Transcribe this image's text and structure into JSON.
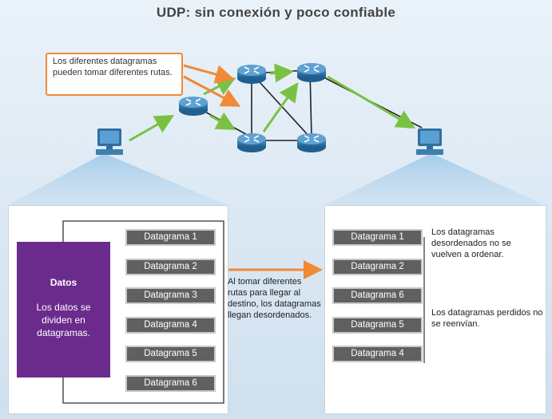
{
  "title": "UDP: sin conexión y poco confiable",
  "callout": "Los diferentes datagramas pueden tomar diferentes rutas.",
  "source": {
    "heading": "Datos",
    "body": "Los datos se dividen en datagramas.",
    "datagrams": [
      "Datagrama 1",
      "Datagrama 2",
      "Datagrama 3",
      "Datagrama 4",
      "Datagrama 5",
      "Datagrama 6"
    ]
  },
  "middle_note": "Al tomar diferentes rutas para llegar al destino, los datagramas llegan desordenados.",
  "destination": {
    "datagrams": [
      "Datagrama 1",
      "Datagrama 2",
      "Datagrama 6",
      "Datagrama 5",
      "Datagrama 4"
    ],
    "note_unordered": "Los datagramas desordenados no se vuelven a ordenar.",
    "note_lost": "Los datagramas perdidos no se reenvían."
  },
  "colors": {
    "arrow_green": "#7ac143",
    "arrow_orange": "#f08a36",
    "data_purple": "#6b2b8c",
    "datagram_gray": "#5f6060"
  },
  "icons": [
    "computer-icon",
    "router-icon"
  ]
}
